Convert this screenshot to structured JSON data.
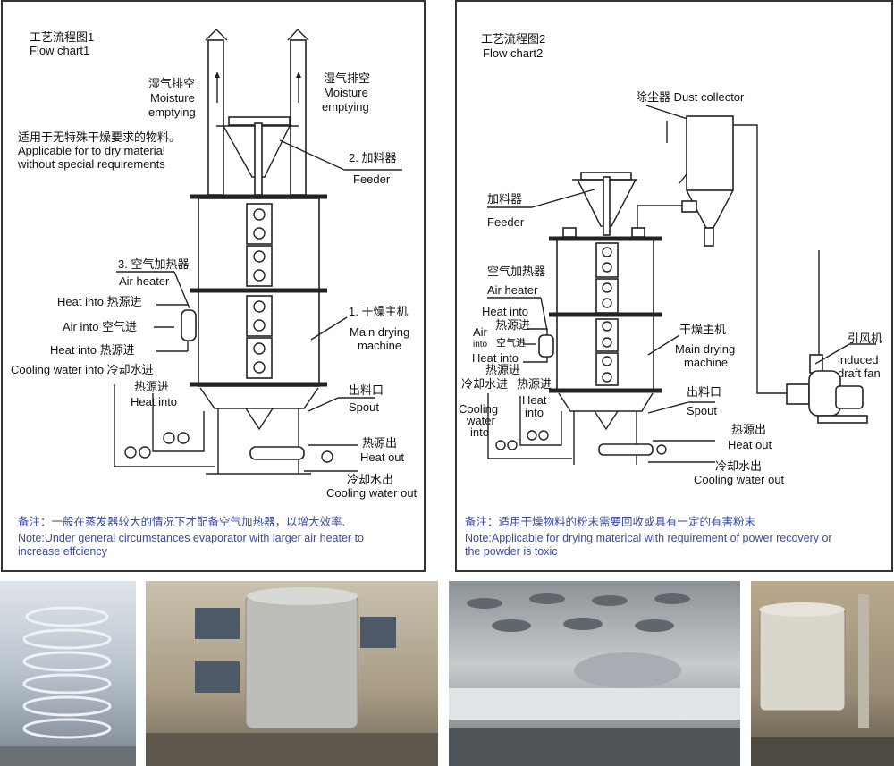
{
  "chart1": {
    "title_cn": "工艺流程图1",
    "title_en": "Flow chart1",
    "moisture_cn": "湿气排空",
    "moisture_en1": "Moisture",
    "moisture_en2": "emptying",
    "applicable_cn": "适用于无特殊干燥要求的物料。",
    "applicable_en1": "Applicable for to dry material",
    "applicable_en2": "without special requirements",
    "feeder_cn": "2. 加料器",
    "feeder_en": "Feeder",
    "air_heater_cn": "3. 空气加热器",
    "air_heater_en": "Air heater",
    "heat_into_1": "Heat into  热源进",
    "air_into": "Air into  空气进",
    "heat_into_2": "Heat into  热源进",
    "cooling_in": "Cooling water into 冷却水进",
    "heat_into_cn": "热源进",
    "heat_into_en": "Heat into",
    "main_cn": "1. 干燥主机",
    "main_en1": "Main drying",
    "main_en2": "machine",
    "spout_cn": "出料口",
    "spout_en": "Spout",
    "heat_out_cn": "热源出",
    "heat_out_en": "Heat out",
    "cooling_out_cn": "冷却水出",
    "cooling_out_en": "Cooling water out",
    "note_cn": "备注：一般在蒸发器较大的情况下才配备空气加热器，以增大效率.",
    "note_en1": "Note:Under general circumstances evaporator with larger air heater to",
    "note_en2": "increase effciency"
  },
  "chart2": {
    "title_cn": "工艺流程图2",
    "title_en": "Flow chart2",
    "dust": "除尘器  Dust collector",
    "feeder_cn": "加料器",
    "feeder_en": "Feeder",
    "air_heater_cn": "空气加热器",
    "air_heater_en": "Air heater",
    "heat_into_en": "Heat into",
    "heat_into_cn": "热源进",
    "air": "Air",
    "into": "into",
    "air_cn": "空气进",
    "heat_into_en2": "Heat into",
    "heat_into_cn2": "热源进",
    "cooling_cn": "冷却水进",
    "heat_into_cn3": "热源进",
    "heat3_en1": "Heat",
    "heat3_en2": "into",
    "cool_en1": "Cooling",
    "cool_en2": "water",
    "cool_en3": "into",
    "main_cn": "干燥主机",
    "main_en1": "Main drying",
    "main_en2": "machine",
    "spout_cn": "出料口",
    "spout_en": "Spout",
    "heat_out_cn": "热源出",
    "heat_out_en": "Heat out",
    "cooling_out_cn": "冷却水出",
    "cooling_out_en": "Cooling water out",
    "fan_cn": "引风机",
    "fan_en1": "induced",
    "fan_en2": "draft fan",
    "note_cn": "备注：适用干燥物料的粉末需要回收或具有一定的有害粉末",
    "note_en1": "Note:Applicable for drying materical with requirement of power recovery or",
    "note_en2": "the powder is toxic"
  },
  "colors": {
    "note": "#3b4a9c",
    "line": "#222222"
  }
}
